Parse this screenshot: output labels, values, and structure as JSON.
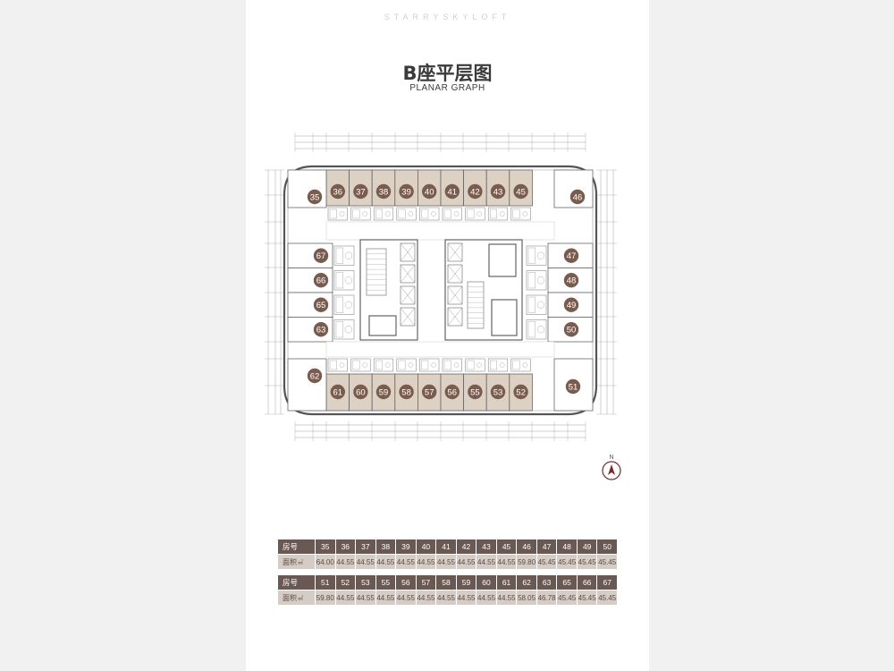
{
  "brand": "STARRYSKYLOFT",
  "title": "B座平层图",
  "subtitle": "PLANAR GRAPH",
  "compass_label": "N",
  "colors": {
    "unit_fill": "#ddd1c3",
    "badge": "#7a5c4f",
    "table_header": "#6a5852",
    "table_row": "#d4ccc5"
  },
  "plan": {
    "units_top": [
      "36",
      "37",
      "38",
      "39",
      "40",
      "41",
      "42",
      "43",
      "45"
    ],
    "units_bottom": [
      "61",
      "60",
      "59",
      "58",
      "57",
      "56",
      "55",
      "53",
      "52"
    ],
    "units_left": [
      "67",
      "66",
      "65",
      "63"
    ],
    "units_right": [
      "47",
      "48",
      "49",
      "50"
    ],
    "corner_nw": "35",
    "corner_ne": "46",
    "corner_sw": "62",
    "corner_se": "51"
  },
  "table1": {
    "header_label": "房号",
    "area_label": "面积",
    "unit": "㎡",
    "rooms": [
      "35",
      "36",
      "37",
      "38",
      "39",
      "40",
      "41",
      "42",
      "43",
      "45",
      "46",
      "47",
      "48",
      "49",
      "50"
    ],
    "areas": [
      "64.00",
      "44.55",
      "44.55",
      "44.55",
      "44.55",
      "44.55",
      "44.55",
      "44.55",
      "44.55",
      "44.55",
      "59.80",
      "45.45",
      "45.45",
      "45.45",
      "45.45"
    ]
  },
  "table2": {
    "header_label": "房号",
    "area_label": "面积",
    "unit": "㎡",
    "rooms": [
      "51",
      "52",
      "53",
      "55",
      "56",
      "57",
      "58",
      "59",
      "60",
      "61",
      "62",
      "63",
      "65",
      "66",
      "67"
    ],
    "areas": [
      "59.80",
      "44.55",
      "44.55",
      "44.55",
      "44.55",
      "44.55",
      "44.55",
      "44.55",
      "44.55",
      "44.55",
      "58.05",
      "46.78",
      "45.45",
      "45.45",
      "45.45"
    ]
  }
}
